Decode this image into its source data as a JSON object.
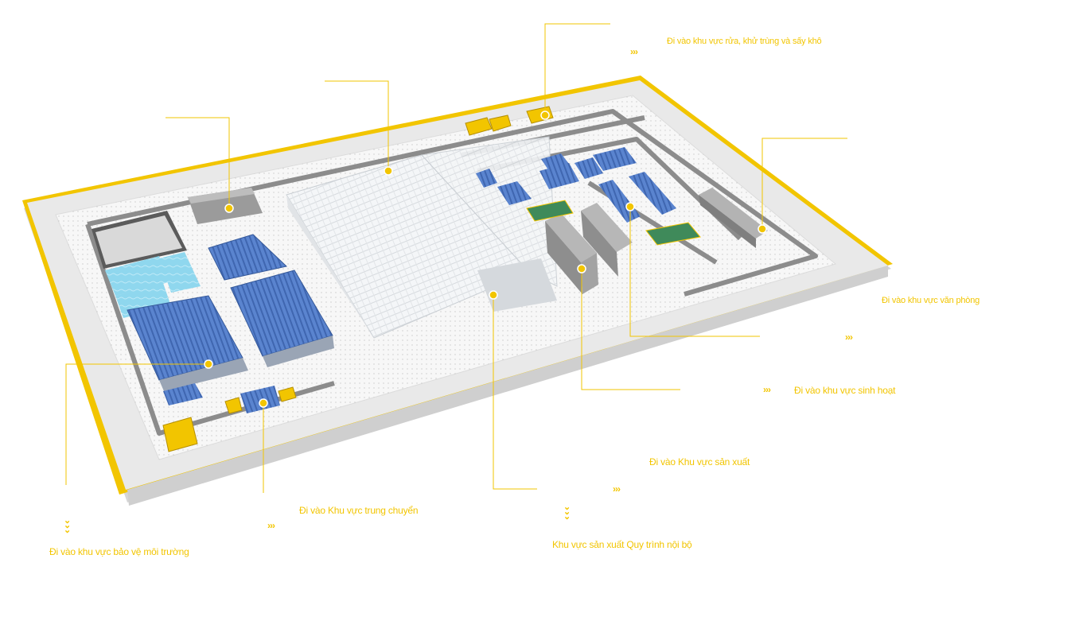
{
  "colors": {
    "accent": "#f2c500",
    "roof_blue": "#4f79c4",
    "frame": "#e6e6e6",
    "base": "#f3f3f3"
  },
  "hotspots": [
    {
      "id": "wash",
      "label": "Đi vào khu vực rửa, khử trùng và sấy khô",
      "icon": "chevron-right-triple-icon"
    },
    {
      "id": "office",
      "label": "Đi vào khu vực văn phòng",
      "icon": "chevron-right-triple-icon"
    },
    {
      "id": "living",
      "label": "Đi vào khu vực sinh hoạt",
      "icon": "chevron-right-triple-icon"
    },
    {
      "id": "production",
      "label": "Đi vào Khu vực sản xuất",
      "icon": "chevron-right-triple-icon"
    },
    {
      "id": "transfer",
      "label": "Đi vào Khu vực trung chuyển",
      "icon": "chevron-right-triple-icon"
    },
    {
      "id": "environment",
      "label": "Đi vào khu vực bảo vệ môi trường",
      "icon": "chevron-down-triple-icon"
    },
    {
      "id": "internal",
      "label": "Khu vực sản xuất Quy trình nội bộ",
      "icon": "chevron-down-triple-icon"
    }
  ]
}
